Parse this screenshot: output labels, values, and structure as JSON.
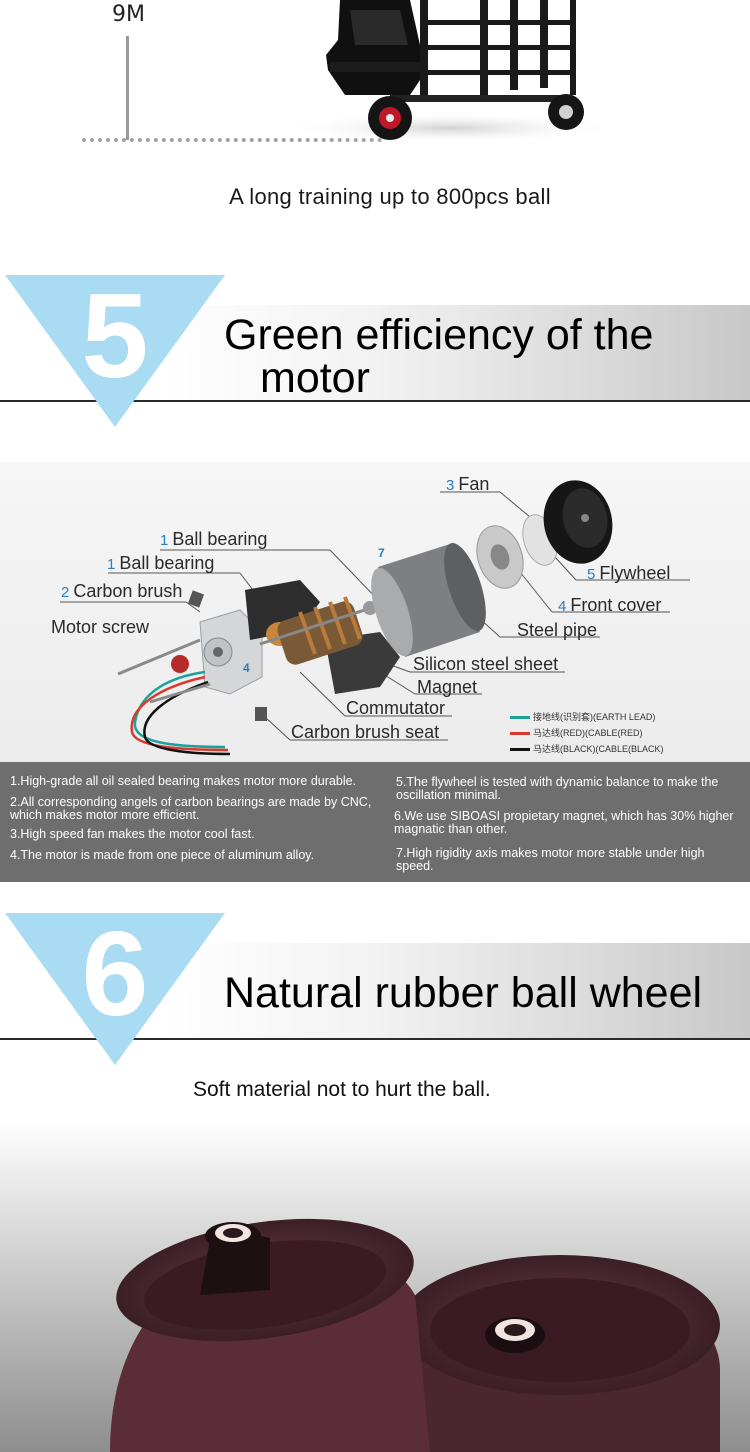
{
  "top_section": {
    "distance_label": "9M",
    "caption": "A long training up to 800pcs ball"
  },
  "section5": {
    "number": "5",
    "title_line1": "Green efficiency of the",
    "title_line2": "motor"
  },
  "motor_diagram": {
    "labels": [
      {
        "num": "3",
        "text": "Fan"
      },
      {
        "num": "1",
        "text": "Ball bearing"
      },
      {
        "num": "1",
        "text": "Ball bearing"
      },
      {
        "num": "2",
        "text": "Carbon brush"
      },
      {
        "num": "",
        "text": "Motor screw"
      },
      {
        "num": "7",
        "text": ""
      },
      {
        "num": "5",
        "text": "Flywheel"
      },
      {
        "num": "4",
        "text": "Front cover"
      },
      {
        "num": "",
        "text": "Steel pipe"
      },
      {
        "num": "4",
        "text": ""
      },
      {
        "num": "",
        "text": "Silicon steel sheet"
      },
      {
        "num": "",
        "text": "Magnet"
      },
      {
        "num": "",
        "text": "Commutator"
      },
      {
        "num": "",
        "text": "Carbon brush seat"
      }
    ],
    "legend": [
      {
        "text": "接地线(识别套)(EARTH LEAD)",
        "color": "#1aa39a"
      },
      {
        "text": "马达线(RED)(CABLE(RED)",
        "color": "#d83a2e"
      },
      {
        "text": "马达线(BLACK)(CABLE(BLACK)",
        "color": "#111111"
      }
    ]
  },
  "features": [
    "1.High-grade all oil sealed bearing makes motor more durable.",
    "2.All corresponding angels of carbon bearings are made by CNC, which makes motor more efficient.",
    "3.High speed fan makes the motor cool fast.",
    "4.The motor is made from one piece of aluminum alloy.",
    "5.The flywheel is tested with dynamic balance to make the oscillation minimal.",
    "6.We use SIBOASI propietary magnet, which has 30% higher magnatic than other.",
    "7.High rigidity axis makes motor more stable under high speed."
  ],
  "section6": {
    "number": "6",
    "title": "Natural rubber ball wheel",
    "caption": "Soft material not to hurt the ball."
  }
}
